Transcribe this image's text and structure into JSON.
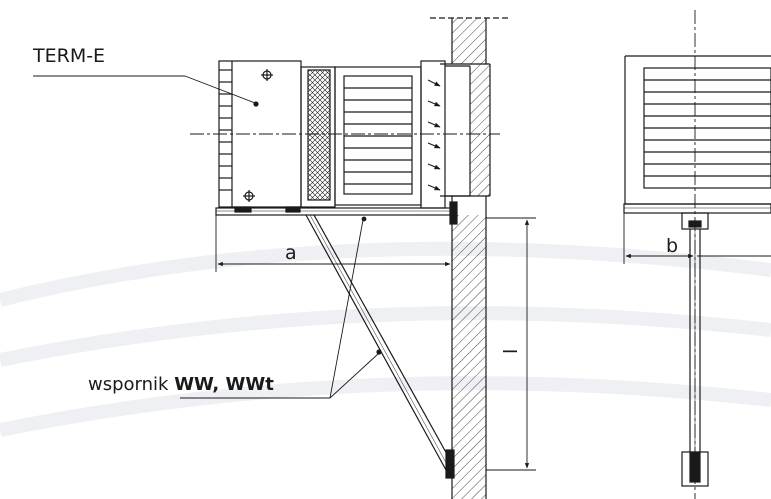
{
  "labels": {
    "unit_name": "TERM-E",
    "bracket_prefix": "wspornik ",
    "bracket_models": "WW, WWt",
    "dim_a": "a",
    "dim_b": "b",
    "dim_l": "l"
  },
  "colors": {
    "line": "#1a1a1a",
    "background": "#ffffff",
    "swoosh": "#eef0f3"
  }
}
